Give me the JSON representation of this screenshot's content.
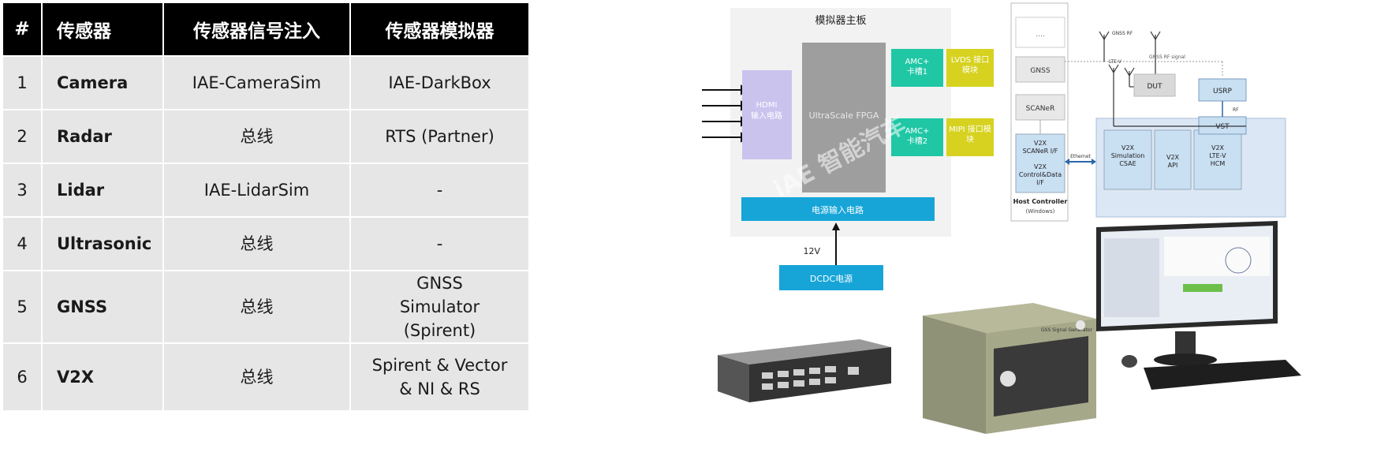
{
  "table": {
    "headers": {
      "num": "#",
      "sensor": "传感器",
      "injection": "传感器信号注入",
      "simulator": "传感器模拟器"
    },
    "rows": [
      {
        "num": "1",
        "sensor": "Camera",
        "injection": "IAE-CameraSim",
        "simulator": "IAE-DarkBox"
      },
      {
        "num": "2",
        "sensor": "Radar",
        "injection": "总线",
        "simulator": "RTS (Partner)"
      },
      {
        "num": "3",
        "sensor": "Lidar",
        "injection": "IAE-LidarSim",
        "simulator": "-"
      },
      {
        "num": "4",
        "sensor": "Ultrasonic",
        "injection": "总线",
        "simulator": "-"
      },
      {
        "num": "5",
        "sensor": "GNSS",
        "injection": "总线",
        "simulator": "GNSS Simulator (Spirent)"
      },
      {
        "num": "6",
        "sensor": "V2X",
        "injection": "总线",
        "simulator": "Spirent & Vector & NI & RS"
      }
    ]
  },
  "board_diagram": {
    "title": "模拟器主板",
    "hdmi": "HDMI 输入电路",
    "fpga": "UltraScale FPGA",
    "amc1": "AMC+ 卡槽1",
    "lvds": "LVDS 接口模块",
    "amc2": "AMC+ 卡槽2",
    "mipi": "MIPI 接口模块",
    "power": "电源输入电路",
    "voltage": "12V",
    "dcdc": "DCDC电源",
    "watermark": "iAE 智能汽车",
    "colors": {
      "hdmi": "#c9c3ee",
      "fpga": "#9e9e9e",
      "amc": "#1fc7a5",
      "module": "#d6d21f",
      "power": "#17a5d8"
    }
  },
  "v2x_diagram": {
    "dots": "....",
    "gnss": "GNSS",
    "scaner": "SCANeR",
    "v2x_scaner_if": "V2X SCANeR I/F",
    "v2x_control": "V2X Control&Data I/F",
    "host": "Host Controller",
    "host_os": "(Windows)",
    "ethernet": "Ethernet",
    "v2x_sim": "V2X Simulation CSAE",
    "v2x_api": "V2X API",
    "v2x_hcm": "V2X LTE-V HCM",
    "usrp": "USRP",
    "vst": "VST",
    "dut": "DUT",
    "gnss_rf": "GNSS RF",
    "gnss_rf_signal": "GNSS RF signal",
    "ltev": "LTE-V",
    "rf_link": "RF"
  },
  "hardware_photos": {
    "rack_unit": "rack-mounted-simulator",
    "cabinet_label": "GSS Signal Generator",
    "pc": "control-workstation"
  }
}
